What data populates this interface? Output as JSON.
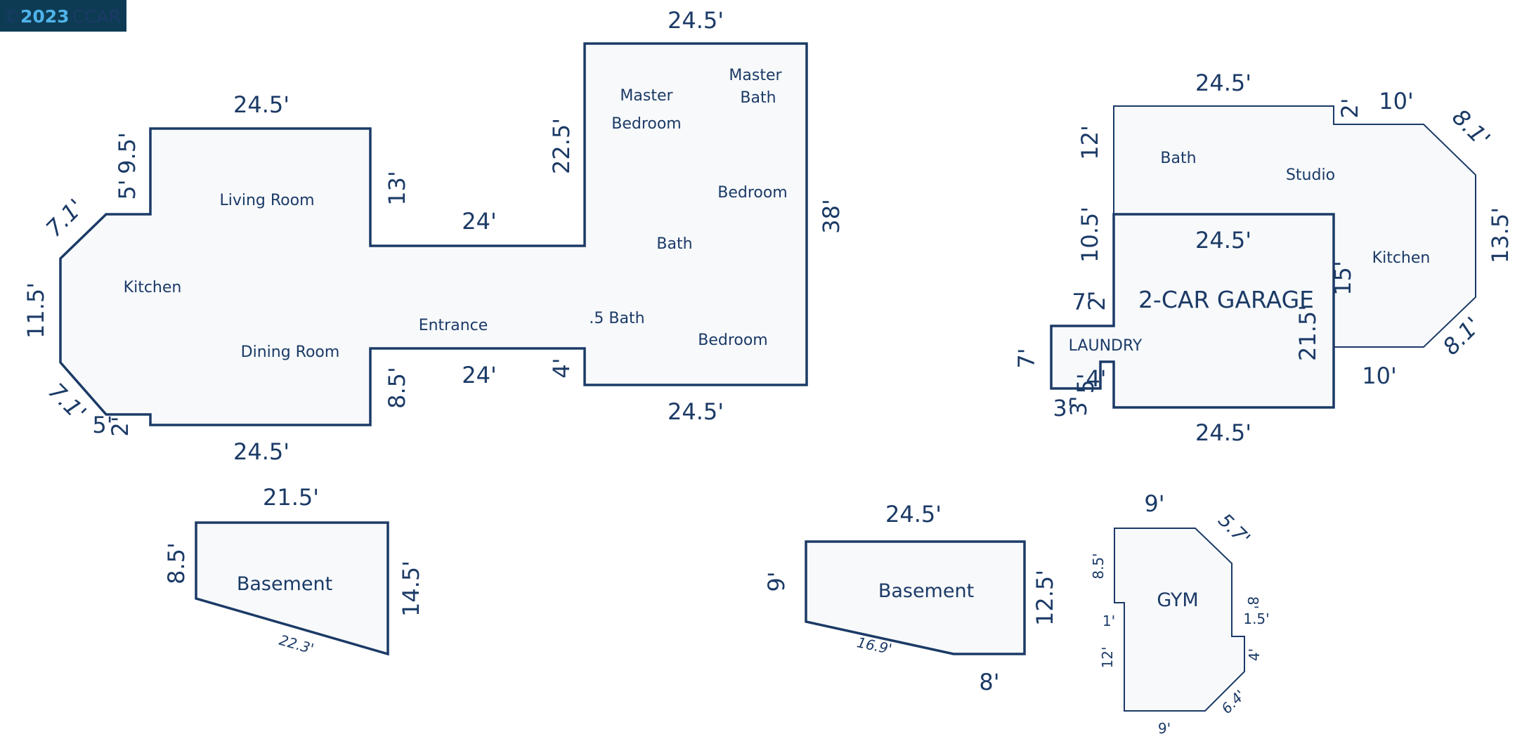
{
  "watermark": {
    "symbol": "©",
    "year": "2023",
    "brand": "CCAR"
  },
  "main_floor": {
    "rooms": {
      "master_bedroom": [
        "Master",
        "Bedroom"
      ],
      "master_bath": [
        "Master",
        "Bath"
      ],
      "living_room": "Living Room",
      "bedroom_1": "Bedroom",
      "bath": "Bath",
      "kitchen": "Kitchen",
      "entrance": "Entrance",
      "half_bath": ".5 Bath",
      "dining_room": "Dining Room",
      "bedroom_2": "Bedroom"
    },
    "dimensions": {
      "top_right": "24.5'",
      "top_left": "24.5'",
      "mid_top": "24'",
      "mid_bottom": "24'",
      "bottom_left": "24.5'",
      "bottom_right": "24.5'",
      "right": "38'",
      "master_left": "22.5'",
      "living_right": "13'",
      "upper_left_a": "9.5'",
      "upper_left_b": "5'",
      "diag_top": "7.1'",
      "left": "11.5'",
      "diag_bottom": "7.1'",
      "lower_left_a": "5'",
      "lower_left_b": "2'",
      "dining_right": "8.5'",
      "bath_left": "4'"
    }
  },
  "garage_unit": {
    "rooms": {
      "bath": "Bath",
      "studio": "Studio",
      "kitchen": "Kitchen",
      "garage": "2-CAR GARAGE",
      "laundry": "LAUNDRY"
    },
    "dimensions": {
      "top": "24.5'",
      "step": "2'",
      "top_right": "10'",
      "diag_top": "8.1'",
      "right": "13.5'",
      "diag_bottom": "8.1'",
      "bottom_right": "10'",
      "left_top": "12'",
      "garage_top": "24.5'",
      "garage_right_a": "15'",
      "garage_right_b": "21.5'",
      "left_mid": "10.5'",
      "laundry_a": "7'",
      "laundry_b": "2'",
      "laundry_left": "7'",
      "laundry_c": "4'",
      "laundry_d": "5'",
      "laundry_e": "3'",
      "laundry_f": "3'",
      "bottom": "24.5'"
    }
  },
  "basement_1": {
    "label": "Basement",
    "dimensions": {
      "top": "21.5'",
      "left": "8.5'",
      "right": "14.5'",
      "bottom": "22.3'"
    }
  },
  "basement_2": {
    "label": "Basement",
    "dimensions": {
      "top": "24.5'",
      "left": "9'",
      "right": "12.5'",
      "bottom_right": "8'",
      "bottom_diag": "16.9'"
    }
  },
  "gym": {
    "label": "GYM",
    "dimensions": {
      "top": "9'",
      "diag_top": "5.7'",
      "left_top": "8.5'",
      "right_a": "8'",
      "right_b": "1.5'",
      "left_step": "1'",
      "left_bottom": "12'",
      "right_c": "4'",
      "diag_bottom": "6.4'",
      "bottom": "9'"
    }
  }
}
